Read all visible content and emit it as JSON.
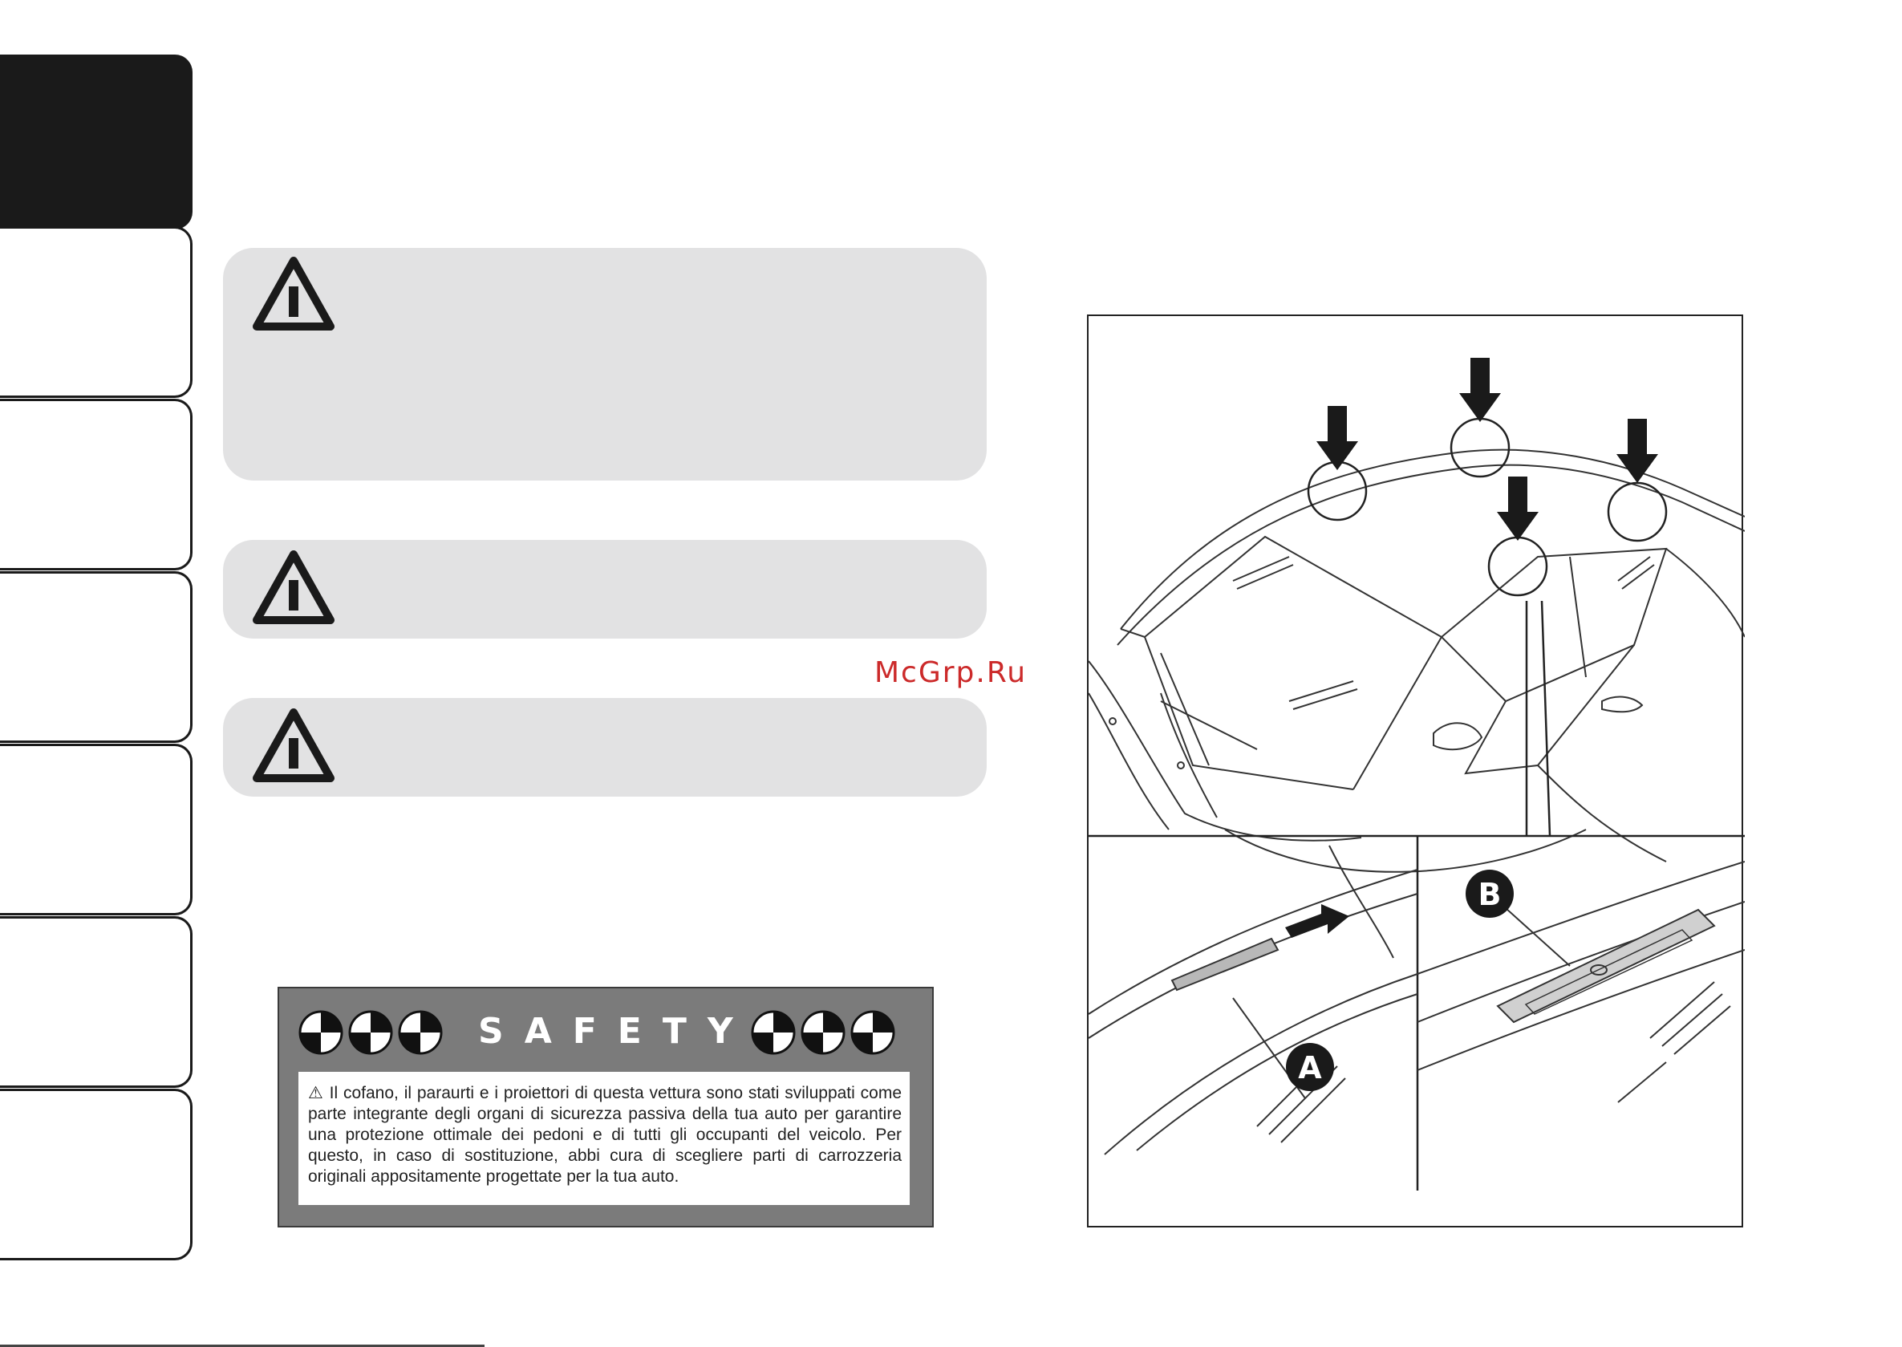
{
  "watermark": "McGrp.Ru",
  "safety_label": {
    "title": "SAFETY",
    "text": "⚠ Il cofano, il paraurti e i proiettori di questa vettura sono stati sviluppati come parte integrante degli organi di sicurezza passiva della tua auto per garantire una protezione ottimale dei pedoni e di tutti gli occupanti del veicolo. Per questo, in caso di sostituzione, abbi cura di scegliere parti di carrozzeria originali appositamente progettate per la tua auto."
  },
  "figure": {
    "callout_a": "A",
    "callout_b": "B"
  },
  "icons": {
    "warning": "warning-triangle-icon",
    "crash_target": "crash-test-target-icon",
    "arrow": "down-arrow-icon"
  },
  "colors": {
    "tab_active": "#1a1a1a",
    "warn_box": "#e2e2e3",
    "watermark": "#cc2a2a",
    "label_bg": "#7b7b7b"
  }
}
